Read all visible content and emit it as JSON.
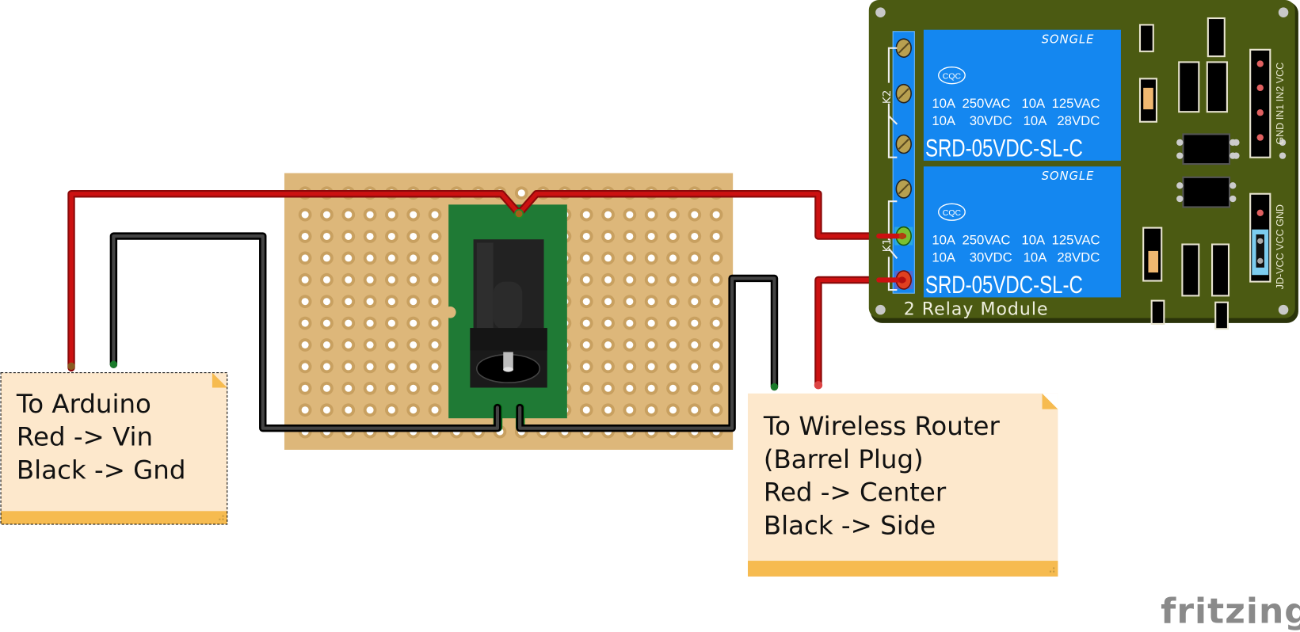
{
  "app": "fritzing",
  "colors": {
    "wire_red": "#cc1111",
    "wire_red_dark": "#8a0a0a",
    "wire_black": "#404040",
    "perfboard": "#ddb77a",
    "perfboard_ring": "#c8a060",
    "jack_pcb": "#1f7a35",
    "relay_pcb": "#4a5a10",
    "relay_blue": "#1487f0",
    "note_bg": "#fde8cc",
    "note_bar": "#f6bb50"
  },
  "relay_module": {
    "title": "2 Relay Module",
    "relays": [
      {
        "brand": "SONGLE",
        "cert": "CQC",
        "rating_line1": "10A  250VAC   10A  125VAC",
        "rating_line2": "10A    30VDC   10A   28VDC",
        "model": "SRD-05VDC-SL-C"
      },
      {
        "brand": "SONGLE",
        "cert": "CQC",
        "rating_line1": "10A  250VAC   10A  125VAC",
        "rating_line2": "10A    30VDC   10A   28VDC",
        "model": "SRD-05VDC-SL-C"
      }
    ],
    "relay_labels": [
      "K2",
      "K1"
    ],
    "header_pins_label": "GND IN1 IN2 VCC",
    "jumper_label": "JD-VCC VCC GND"
  },
  "notes": {
    "arduino": {
      "lines": [
        "To Arduino",
        "Red -> Vin",
        "Black -> Gnd"
      ]
    },
    "router": {
      "lines": [
        "To Wireless Router",
        "(Barrel Plug)",
        "Red -> Center",
        "Black -> Side"
      ]
    }
  },
  "components": {
    "perfboard": "Stripboard / Perfboard",
    "barrel_jack": "DC Barrel Jack"
  },
  "logo": {
    "text": "fritzing"
  }
}
